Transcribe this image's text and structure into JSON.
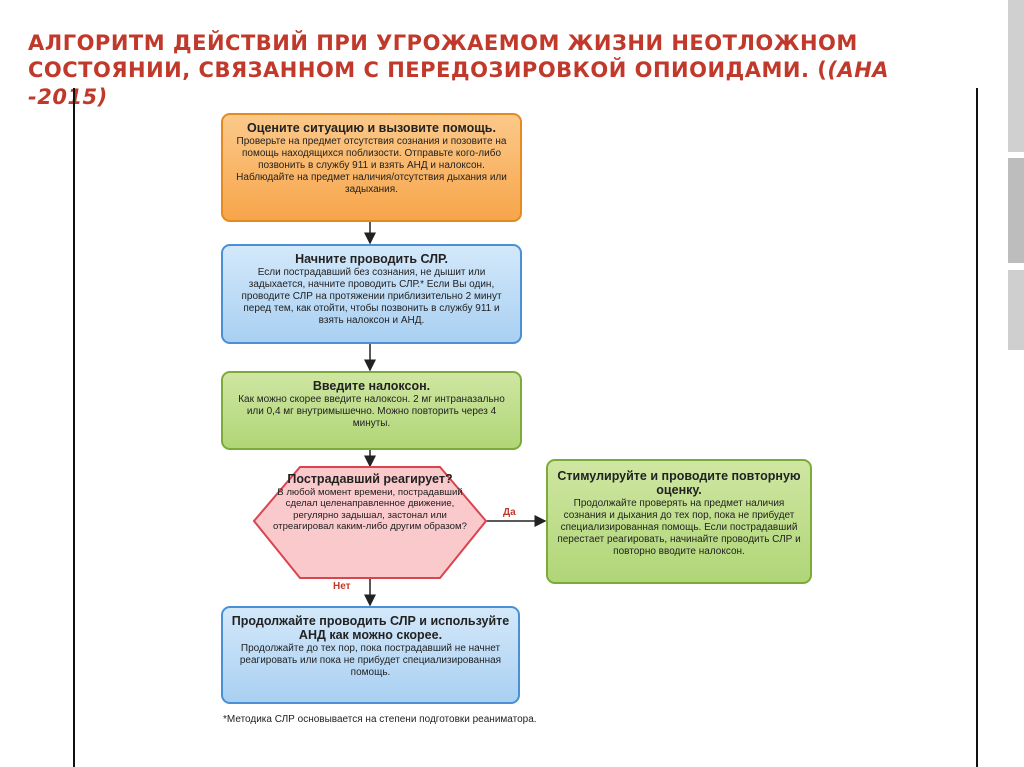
{
  "title": {
    "main": "АЛГОРИТМ ДЕЙСТВИЙ ПРИ УГРОЖАЕМОМ ЖИЗНИ НЕОТЛОЖНОМ СОСТОЯНИИ, СВЯЗАННОМ С ПЕРЕДОЗИРОВКОЙ ОПИОИДАМИ. (",
    "source": "(AHA -2015)"
  },
  "steps": {
    "assess": {
      "head": "Оцените ситуацию и вызовите помощь.",
      "body": "Проверьте на предмет отсутствия сознания и позовите на помощь находящихся поблизости. Отправьте кого-либо позвонить в службу 911 и взять АНД и налоксон. Наблюдайте на предмет наличия/отсутствия дыхания или задыхания."
    },
    "cpr": {
      "head": "Начните проводить СЛР.",
      "body": "Если пострадавший без сознания, не дышит или задыхается, начните проводить СЛР.* Если Вы один, проводите СЛР на протяжении приблизительно 2 минут перед тем, как отойти, чтобы позвонить в службу 911 и взять налоксон и АНД."
    },
    "naloxone": {
      "head": "Введите налоксон.",
      "body": "Как можно скорее введите налоксон. 2 мг интраназально или 0,4 мг внутримышечно. Можно повторить через 4 минуты."
    },
    "decision": {
      "head": "Пострадавший реагирует?",
      "body": "В любой момент времени, пострадавший сделал целенаправленное движение, регулярно задышал, застонал или отреагировал каким-либо другим образом?"
    },
    "stimulate": {
      "head": "Стимулируйте и проводите повторную оценку.",
      "body": "Продолжайте проверять на предмет наличия сознания и дыхания до тех пор, пока не прибудет специализированная помощь. Если пострадавший перестает реагировать, начинайте проводить СЛР и повторно вводите налоксон."
    },
    "continue": {
      "head": "Продолжайте проводить СЛР и используйте АНД как можно скорее.",
      "body": "Продолжайте до тех пор, пока пострадавший не начнет реагировать или пока не прибудет специализированная помощь."
    }
  },
  "labels": {
    "yes": "Да",
    "no": "Нет"
  },
  "footnote": "*Методика СЛР основывается на степени подготовки реаниматора."
}
